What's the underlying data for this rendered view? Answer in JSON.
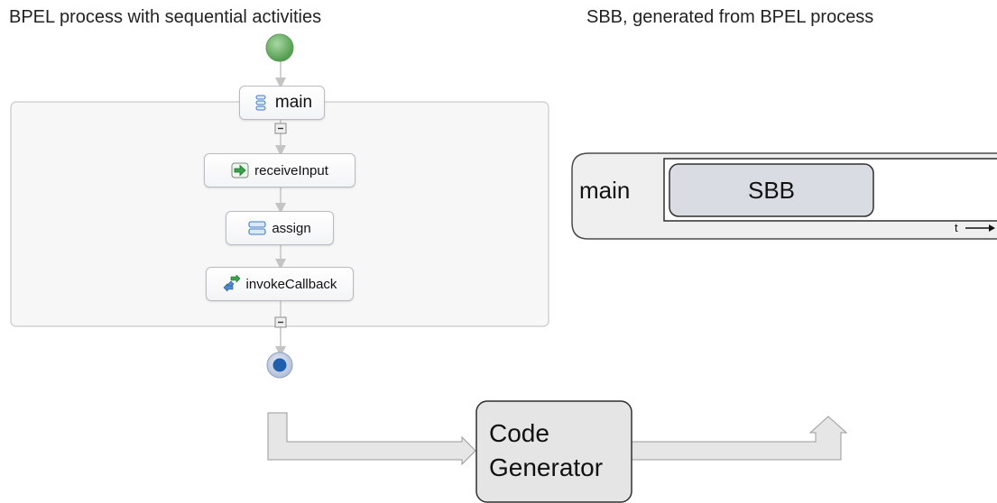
{
  "titles": {
    "left": "BPEL process with sequential activities",
    "right": "SBB, generated from BPEL process"
  },
  "bpel": {
    "nodes": {
      "main": "main",
      "receive": "receiveInput",
      "assign": "assign",
      "invoke": "invokeCallback"
    }
  },
  "timeline": {
    "label": "main",
    "block_label": "SBB",
    "time_axis_label": "t"
  },
  "generator": {
    "line1": "Code",
    "line2": "Generator"
  },
  "colors": {
    "start_node": "#6fae6b",
    "end_node": "#1f5fae",
    "panel_fill": "#f7f7f7",
    "panel_border": "#c9c9c9",
    "arrow_fill": "#e6e6e6",
    "box_fill": "#e5e5e5",
    "sbb_fill": "#d9dde3"
  }
}
